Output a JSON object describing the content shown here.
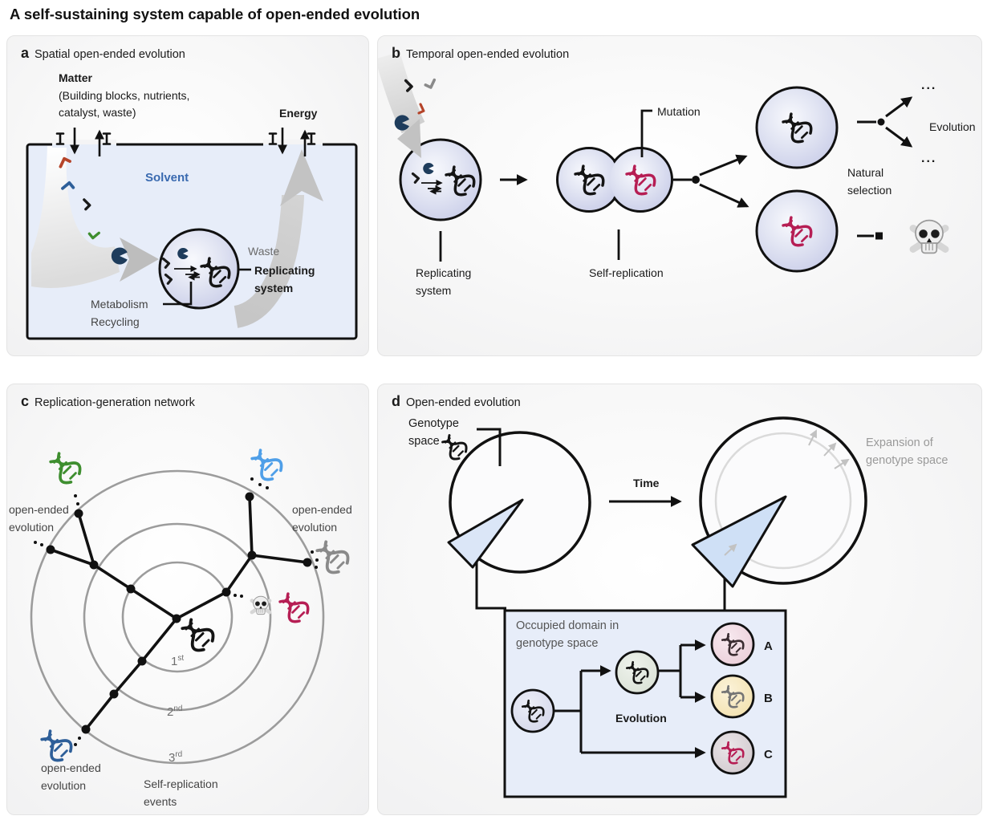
{
  "title": "A self-sustaining system capable of open-ended evolution",
  "panels": {
    "a": {
      "letter": "a",
      "heading": "Spatial open-ended evolution",
      "matter": "Matter",
      "matter_line2": "(Building blocks, nutrients,",
      "matter_line3": "catalyst, waste)",
      "energy": "Energy",
      "solvent": "Solvent",
      "waste": "Waste",
      "replicating_line1": "Replicating",
      "replicating_line2": "system",
      "metabolism": "Metabolism",
      "recycling": "Recycling"
    },
    "b": {
      "letter": "b",
      "heading": "Temporal open-ended evolution",
      "replicating_line1": "Replicating",
      "replicating_line2": "system",
      "mutation": "Mutation",
      "self_replication": "Self-replication",
      "natural_line1": "Natural",
      "natural_line2": "selection",
      "evolution": "Evolution",
      "ellipsis_top": "...",
      "ellipsis_bottom": "..."
    },
    "c": {
      "letter": "c",
      "heading": "Replication-generation network",
      "oee_left_line1": "open-ended",
      "oee_left_line2": "evolution",
      "oee_right_line1": "open-ended",
      "oee_right_line2": "evolution",
      "oee_bottom_line1": "open-ended",
      "oee_bottom_line2": "evolution",
      "gen1_num": "1",
      "gen1_sup": "st",
      "gen2_num": "2",
      "gen2_sup": "nd",
      "gen3_num": "3",
      "gen3_sup": "rd",
      "self_replication_line1": "Self-replication",
      "self_replication_line2": "events"
    },
    "d": {
      "letter": "d",
      "heading": "Open-ended evolution",
      "genotype_line1": "Genotype",
      "genotype_line2": "space",
      "time": "Time",
      "expansion_line1": "Expansion of",
      "expansion_line2": "genotype space",
      "occupied_line1": "Occupied domain in",
      "occupied_line2": "genotype space",
      "evolution": "Evolution",
      "variant_a": "A",
      "variant_b": "B",
      "variant_c": "C"
    }
  },
  "icons": {
    "dna": "double-helix glyph (🧬 style)",
    "skull": "skull and crossbones (☠ style)",
    "catalyst": "pac-man wedge circle",
    "monomer": "small chevron / building block",
    "membrane_channel": "I-beam channel in boundary"
  },
  "colors": {
    "dna_black": "#141414",
    "dna_crimson": "#b61e54",
    "dna_green": "#3e8e2f",
    "dna_blue_light": "#4f9fe8",
    "dna_blue_dark": "#2e5f99",
    "dna_grey": "#8a8a8a",
    "cell_fill_edge": "#c6cae7",
    "solvent_box_fill": "#e7edf9",
    "occupied_box_fill": "#e7edf9",
    "catalyst_navy": "#1e3c5c",
    "chevron_red": "#b5442a",
    "network_ring_grey": "#9c9c9c",
    "swoosh_grey": "#c3c3c3",
    "label_grey": "#6a6a6a",
    "solvent_text_blue": "#3a6ab0",
    "circle_a_fill": "#eaccd7",
    "circle_b_fill": "#f2e0ab",
    "circle_c_fill": "#cfc7cc",
    "circle_green_fill": "#d8e0d4",
    "circle_lavender_fill": "#d2d5ea"
  }
}
